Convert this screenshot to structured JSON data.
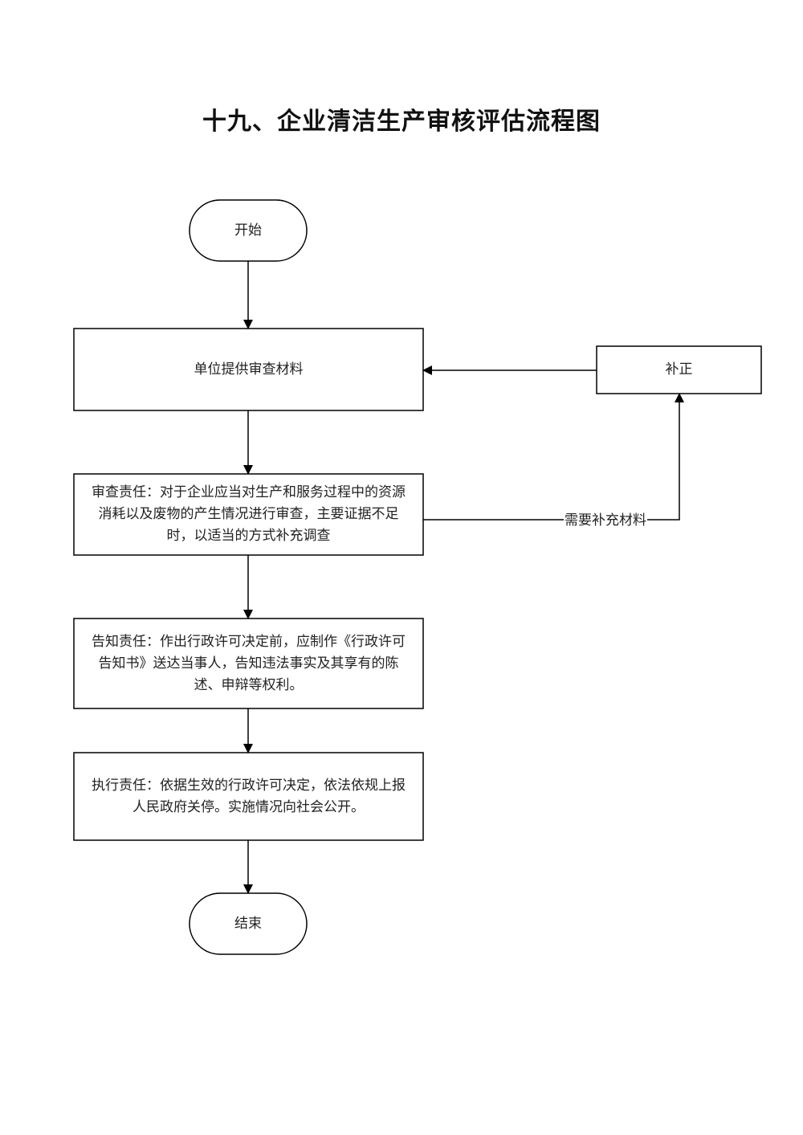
{
  "title": "十九、企业清洁生产审核评估流程图",
  "nodes": {
    "start": "开始",
    "submit": "单位提供审查材料",
    "supplement": "补正",
    "review": "审查责任：对于企业应当对生产和服务过程中的资源消耗以及废物的产生情况进行审查，主要证据不足时，以适当的方式补充调查",
    "notify": "告知责任：作出行政许可决定前，应制作《行政许可告知书》送达当事人，告知违法事实及其享有的陈述、申辩等权利。",
    "execute": "执行责任：依据生效的行政许可决定，依法依规上报人民政府关停。实施情况向社会公开。",
    "end": "结束"
  },
  "edges": {
    "need_supplement": "需要补充材料"
  }
}
